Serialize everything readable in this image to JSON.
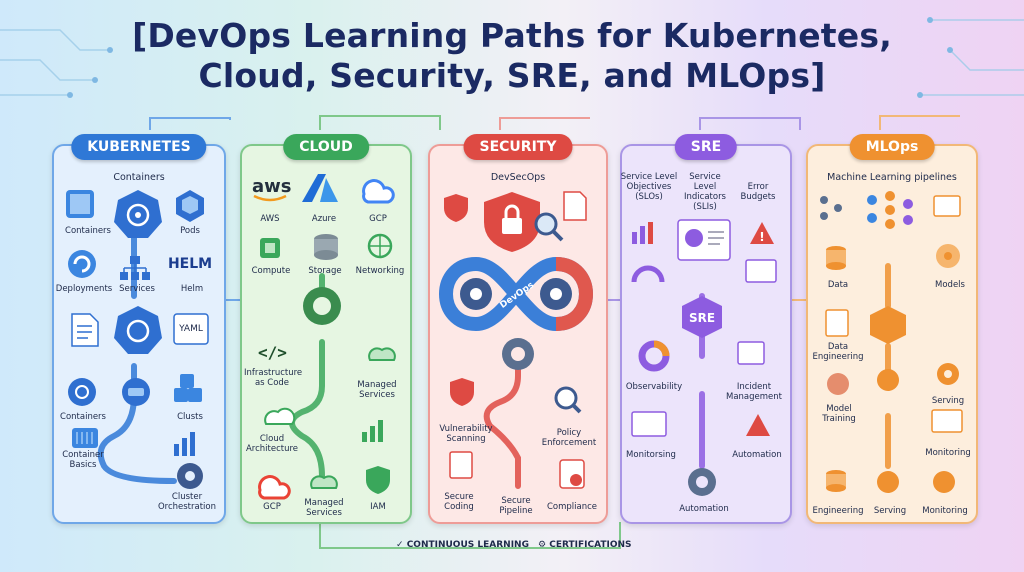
{
  "title": {
    "line1": "[DevOps Learning Paths for Kubernetes,",
    "line2": "Cloud, Security, SRE, and MLOps]"
  },
  "center": {
    "devops_label": "DevOps"
  },
  "kubernetes": {
    "heading": "KUBERNETES",
    "subtitle": "Containers",
    "labels": [
      "Containers",
      "Pods",
      "Deployments",
      "Services",
      "Helm",
      "YAML",
      "Containers",
      "Clusts",
      "Container Basics",
      "Cluster Orchestration"
    ],
    "helm_text": "HELM"
  },
  "cloud": {
    "heading": "CLOUD",
    "aws_text": "aws",
    "labels": [
      "AWS",
      "Azure",
      "GCP",
      "Compute",
      "Storage",
      "Networking",
      "Infrastructure as Code",
      "Managed Services",
      "Cloud Architecture",
      "GCP",
      "Managed Services",
      "IAM"
    ]
  },
  "security": {
    "heading": "SECURITY",
    "subtitle": "DevSecOps",
    "labels": [
      "Vulnerability Scanning",
      "Policy Enforcement",
      "Secure Coding",
      "Secure Pipeline",
      "Compliance"
    ]
  },
  "sre": {
    "heading": "SRE",
    "hub": "SRE",
    "labels": [
      "Service Level Objectives (SLOs)",
      "Service Level Indicators (SLIs)",
      "Error Budgets",
      "Observability",
      "Incident Management",
      "Monitorsing",
      "Automation",
      "Automation"
    ]
  },
  "mlops": {
    "heading": "MLOps",
    "subtitle": "Machine Learning pipelines",
    "labels": [
      "Data",
      "Models",
      "Data Engineering",
      "Serving",
      "Model Training",
      "Monitoring",
      "Engineering",
      "Serving",
      "Monitoring"
    ]
  },
  "footer": {
    "continuous": "CONTINUOUS LEARNING",
    "certifications": "CERTIFICATIONS"
  },
  "colors": {
    "title": "#1b2a63",
    "kubernetes": "#2f78d6",
    "cloud": "#3aa75b",
    "security": "#de4a43",
    "sre": "#8d5ce0",
    "mlops": "#ef9130"
  }
}
